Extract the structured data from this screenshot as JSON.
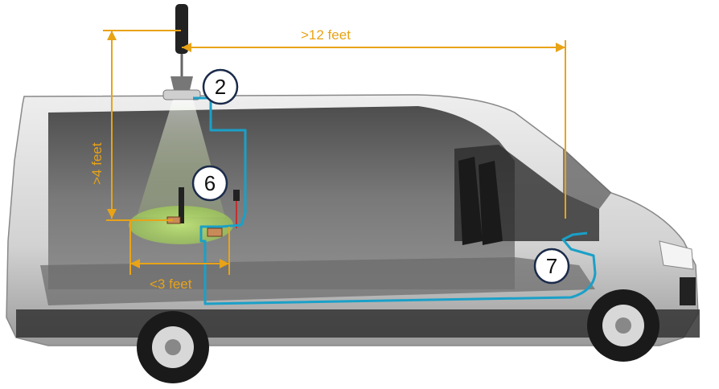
{
  "dimensions": {
    "length_label": ">12 feet",
    "height_label": ">4 feet",
    "width_label": "<3 feet"
  },
  "callouts": [
    {
      "number": "2"
    },
    {
      "number": "6"
    },
    {
      "number": "7"
    }
  ],
  "colors": {
    "dimension": "#e8a317",
    "cable": "#1aa0c8",
    "coverage": "#a8e04a",
    "van_body": "#dcdcdc",
    "interior": "#4a4a4a"
  }
}
